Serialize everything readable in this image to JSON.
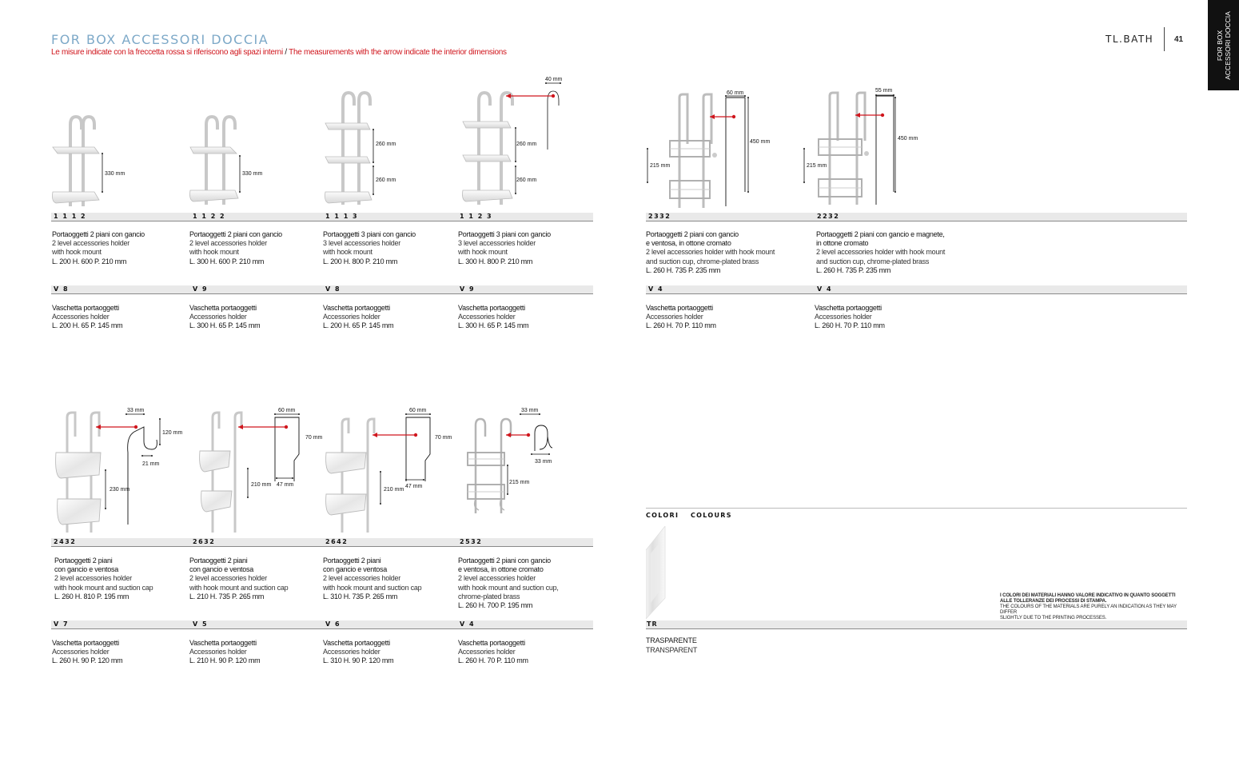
{
  "header": {
    "title": "FOR BOX ACCESSORI DOCCIA",
    "subtitle_it": "Le misure indicate con la freccetta rossa si riferiscono agli spazi interni",
    "subtitle_sep": " / ",
    "subtitle_en": "The measurements with the arrow indicate the interior dimensions",
    "brand": "TL.BATH",
    "page_number": "41",
    "side_tab_line1": "FOR BOX",
    "side_tab_line2": "ACCESSORI DOCCIA"
  },
  "products_top": [
    {
      "code": "1 1 1 2",
      "it": "Portaoggetti 2 piani con gancio",
      "en1": "2 level accessories holder",
      "en2": "with hook mount",
      "dims": "L. 200  H. 600  P. 210 mm",
      "v_code": "V 8",
      "v_it": "Vaschetta portaoggetti",
      "v_en": "Accessories holder",
      "v_dims": "L. 200  H. 65  P. 145 mm",
      "measures": [
        "330 mm"
      ]
    },
    {
      "code": "1 1 2 2",
      "it": "Portaoggetti 2 piani con gancio",
      "en1": "2 level accessories holder",
      "en2": "with hook mount",
      "dims": "L. 300  H. 600  P. 210 mm",
      "v_code": "V 9",
      "v_it": "Vaschetta portaoggetti",
      "v_en": "Accessories holder",
      "v_dims": "L. 300  H. 65  P. 145 mm",
      "measures": [
        "330 mm"
      ]
    },
    {
      "code": "1 1 1 3",
      "it": "Portaoggetti 3 piani con gancio",
      "en1": "3 level accessories holder",
      "en2": "with hook mount",
      "dims": "L. 200  H. 800  P. 210 mm",
      "v_code": "V 8",
      "v_it": "Vaschetta portaoggetti",
      "v_en": "Accessories holder",
      "v_dims": "L. 200  H. 65  P. 145 mm",
      "measures": [
        "260 mm",
        "260 mm"
      ]
    },
    {
      "code": "1 1 2 3",
      "it": "Portaoggetti 3 piani con gancio",
      "en1": "3 level accessories holder",
      "en2": "with hook mount",
      "dims": "L. 300  H. 800  P. 210 mm",
      "v_code": "V 9",
      "v_it": "Vaschetta portaoggetti",
      "v_en": "Accessories holder",
      "v_dims": "L. 300  H. 65  P. 145 mm",
      "measures": [
        "40 mm",
        "260 mm",
        "260 mm"
      ]
    },
    {
      "code": "2332",
      "it": "Portaoggetti 2 piani con gancio",
      "it2": "e ventosa, in ottone cromato",
      "en1": "2 level accessories holder with hook mount",
      "en2": "and suction cup, chrome-plated brass",
      "dims": "L. 260  H. 735  P. 235 mm",
      "v_code": "V 4",
      "v_it": "Vaschetta portaoggetti",
      "v_en": "Accessories holder",
      "v_dims": "L. 260  H. 70  P. 110 mm",
      "measures": [
        "60 mm",
        "450 mm",
        "215 mm"
      ]
    },
    {
      "code": "2232",
      "it": "Portaoggetti 2 piani con gancio e magnete,",
      "it2": "in ottone cromato",
      "en1": "2 level accessories holder with hook mount",
      "en2": "and suction cup, chrome-plated brass",
      "dims": "L. 260  H. 735  P. 235 mm",
      "v_code": "V 4",
      "v_it": "Vaschetta portaoggetti",
      "v_en": "Accessories holder",
      "v_dims": "L. 260  H. 70  P. 110 mm",
      "measures": [
        "55 mm",
        "450 mm",
        "215 mm"
      ]
    }
  ],
  "products_bottom": [
    {
      "code": "2432",
      "it": "Portaoggetti 2 piani",
      "it2": "con gancio e ventosa",
      "en1": "2 level accessories holder",
      "en2": "with hook mount and suction cap",
      "dims": "L. 260  H. 810  P. 195 mm",
      "v_code": "V 7",
      "v_it": "Vaschetta portaoggetti",
      "v_en": "Accessories holder",
      "v_dims": "L. 260  H. 90  P. 120 mm",
      "measures": [
        "33 mm",
        "120 mm",
        "21 mm",
        "230 mm"
      ]
    },
    {
      "code": "2632",
      "it": "Portaoggetti 2 piani",
      "it2": "con gancio e ventosa",
      "en1": "2 level accessories holder",
      "en2": "with hook mount and suction cap",
      "dims": "L. 210  H. 735  P. 265 mm",
      "v_code": "V 5",
      "v_it": "Vaschetta portaoggetti",
      "v_en": "Accessories holder",
      "v_dims": "L. 210  H. 90  P. 120 mm",
      "measures": [
        "60 mm",
        "70 mm",
        "210 mm",
        "47 mm"
      ]
    },
    {
      "code": "2642",
      "it": "Portaoggetti 2 piani",
      "it2": "con gancio e ventosa",
      "en1": "2 level accessories holder",
      "en2": "with hook mount and suction cap",
      "dims": "L. 310  H. 735  P. 265 mm",
      "v_code": "V 6",
      "v_it": "Vaschetta portaoggetti",
      "v_en": "Accessories holder",
      "v_dims": "L. 310  H. 90  P. 120 mm",
      "measures": [
        "60 mm",
        "70 mm",
        "210 mm",
        "47 mm"
      ]
    },
    {
      "code": "2532",
      "it": "Portaoggetti 2 piani con gancio",
      "it2": "e ventosa, in ottone cromato",
      "en1": "2 level accessories holder",
      "en2": "with hook mount and suction cup,",
      "en3": "chrome-plated brass",
      "dims": "L. 260  H. 700  P. 195 mm",
      "v_code": "V 4",
      "v_it": "Vaschetta portaoggetti",
      "v_en": "Accessories holder",
      "v_dims": "L. 260  H. 70  P. 110 mm",
      "measures": [
        "33 mm",
        "33 mm",
        "215 mm"
      ]
    }
  ],
  "colours": {
    "label_it": "COLORI",
    "label_en": "COLOURS",
    "code": "TR",
    "name_it": "TRASPARENTE",
    "name_en": "TRANSPARENT",
    "note_it1": "I COLORI DEI MATERIALI HANNO VALORE INDICATIVO IN QUANTO SOGGETTI",
    "note_it2": "ALLE TOLLERANZE DEI PROCESSI DI STAMPA.",
    "note_en1": "THE COLOURS OF THE MATERIALS ARE PURELY AN INDICATION AS THEY MAY DIFFER",
    "note_en2": "SLIGHTLY DUE TO THE PRINTING PROCESSES."
  },
  "accent_red": "#d0161d",
  "title_blue": "#7da9c8"
}
